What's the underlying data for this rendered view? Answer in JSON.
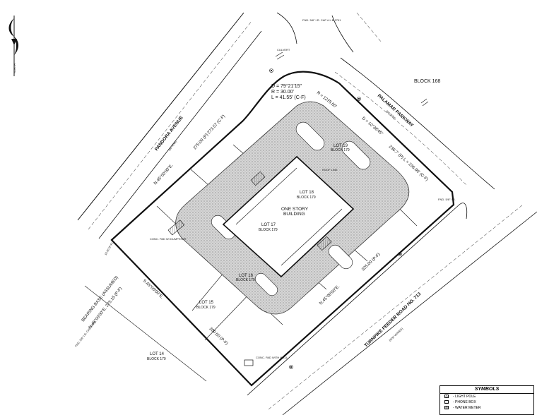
{
  "north_arrow": {
    "label": "NORTH"
  },
  "block": {
    "label": "BLOCK 168"
  },
  "streets": {
    "pandora": "PANDORA AVENUE",
    "pandora_row": "(50' R/W)",
    "palamar": "PALAMAR PARKWAY",
    "palamar_row": "(60' R/W)",
    "turnpike": "TURNPIKE FEEDER ROAD NO. 713",
    "turnpike_row": "(R/W VARIES)"
  },
  "curve": {
    "d": "D = 79°21'15\"",
    "r": "R = 30.00'",
    "l": "L = 41.55' (C-F)"
  },
  "curve2": {
    "r": "R = 1275.00'",
    "d": "D = 10°38'45\""
  },
  "bearings": {
    "nw_line": "N.45°00'00\"E.",
    "nw_dist": "275.00 (P) 273.57 (C-F)",
    "ne_dist": "236.7' (P) L = 236.90' (C-F)",
    "sw_line": "S.45°00'00\"E.",
    "sw_dist": "280.00 (P-F)",
    "se_line": "N.45°00'00\"E.",
    "se_dist": "325.00 (P-F)",
    "basis": "BEARING BASE (ASSUMED)",
    "basis_line": "N.45°00'00\"E. 275.15 (P-F)",
    "w_dist": "10.00 (P-F)"
  },
  "lots": [
    {
      "id": "lot19",
      "name": "LOT 19",
      "block": "BLOCK 179"
    },
    {
      "id": "lot18",
      "name": "LOT 18",
      "block": "BLOCK 179"
    },
    {
      "id": "lot17",
      "name": "LOT 17",
      "block": "BLOCK 179"
    },
    {
      "id": "lot16",
      "name": "LOT 16",
      "block": "BLOCK 179"
    },
    {
      "id": "lot15",
      "name": "LOT 15",
      "block": "BLOCK 179"
    },
    {
      "id": "lot14",
      "name": "LOT 14",
      "block": "BLOCK 179"
    }
  ],
  "building": {
    "line1": "ONE STORY",
    "line2": "BUILDING"
  },
  "notes": {
    "fnd_n": "FND. 5/8\" I.R. CAP # L.B.2791",
    "fnd_ne": "FND. 5/8\" I.R.",
    "fnd_w": "FND. 5/8\" I.R. CAP #2791",
    "culvert": "CULVERT",
    "roof": "ROOF LINE",
    "conc": "CONC. PAD W/ DUMPSTER",
    "well": "CONC. PAD WITH WELL"
  },
  "legend": {
    "title": "SYMBOLS",
    "items": [
      {
        "symbol": "⊙",
        "label": "- LIGHT POLE"
      },
      {
        "symbol": "□",
        "label": "- PHONE BOX"
      },
      {
        "symbol": "⊞",
        "label": "- WATER METER"
      }
    ]
  }
}
